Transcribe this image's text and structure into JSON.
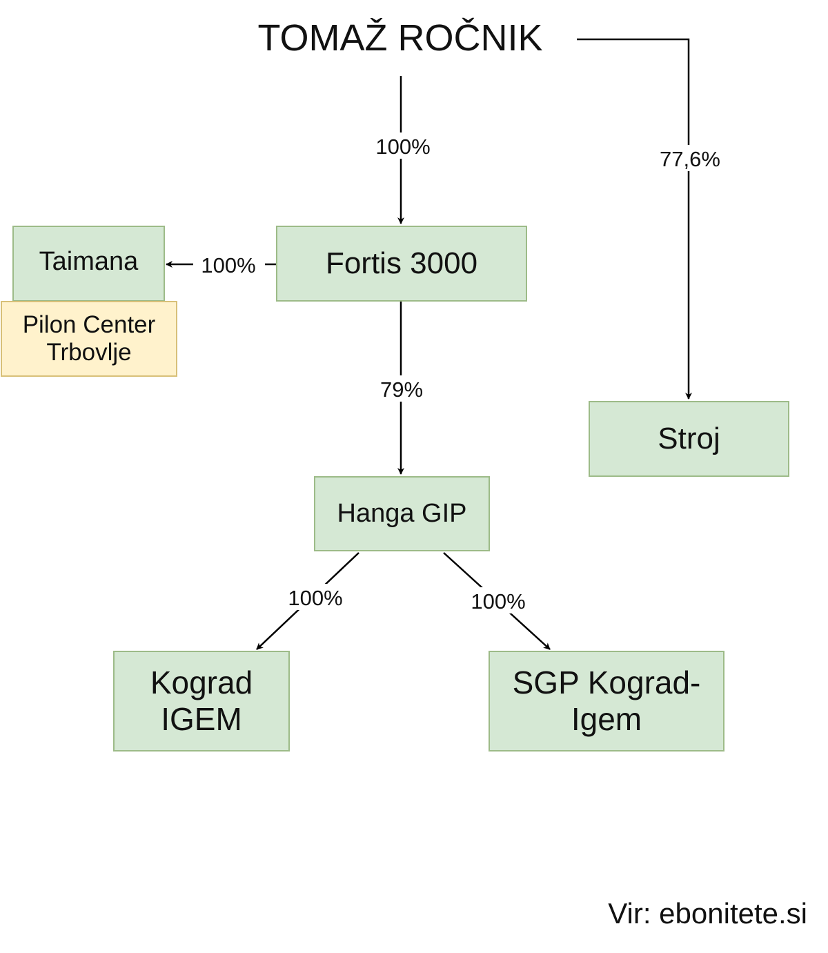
{
  "title": "TOMAŽ ROČNIK",
  "nodes": {
    "fortis": "Fortis 3000",
    "taimana": "Taimana",
    "pilon": "Pilon Center Trbovlje",
    "stroj": "Stroj",
    "hanga": "Hanga GIP",
    "kograd": "Kograd IGEM",
    "sgp": "SGP Kograd-Igem"
  },
  "edges": {
    "rocnik_fortis": "100%",
    "rocnik_stroj": "77,6%",
    "fortis_taimana": "100%",
    "fortis_hanga": "79%",
    "hanga_kograd": "100%",
    "hanga_sgp": "100%"
  },
  "source": "Vir: ebonitete.si",
  "colors": {
    "company_fill": "#d5e8d4",
    "company_border": "#9dbb88",
    "sub_fill": "#fff2cc",
    "sub_border": "#d8c078"
  }
}
